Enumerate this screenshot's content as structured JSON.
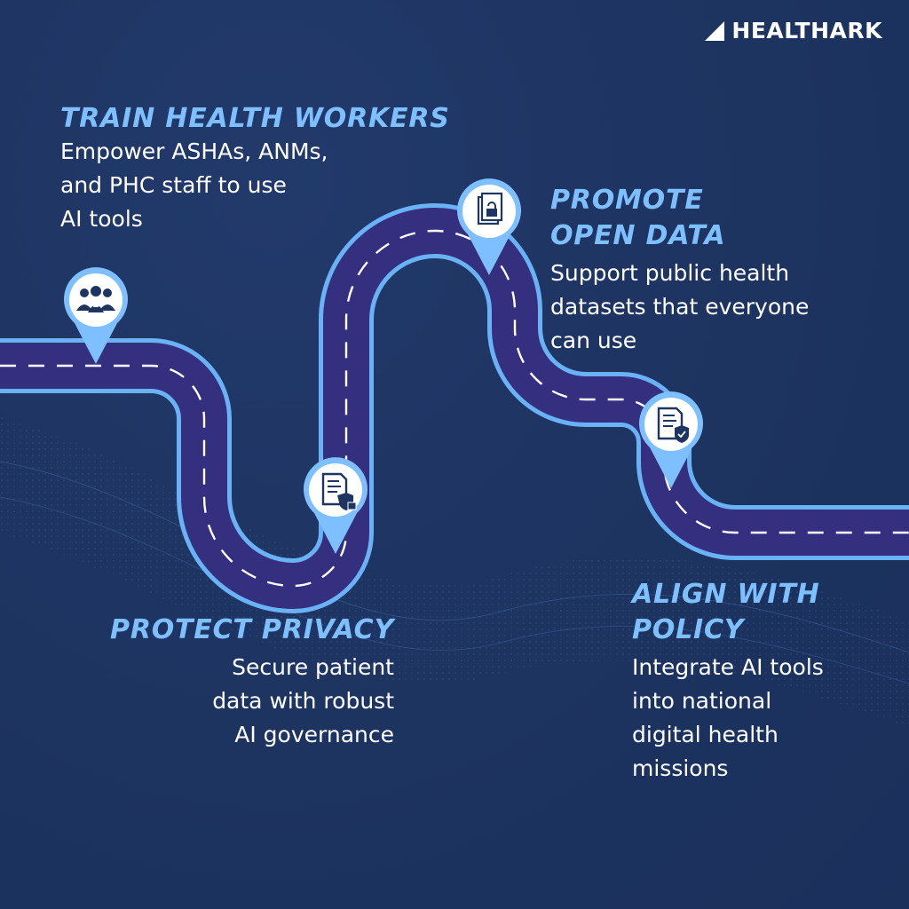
{
  "brand": {
    "name": "HEALTHARK"
  },
  "steps": [
    {
      "id": "train",
      "title": "TRAIN HEALTH WORKERS",
      "lines": [
        "Empower ASHAs, ANMs,",
        "and PHC staff to use",
        "AI tools"
      ],
      "icon": "health-workers-icon"
    },
    {
      "id": "privacy",
      "title": "PROTECT PRIVACY",
      "lines": [
        "Secure patient",
        "data with robust",
        "AI governance"
      ],
      "icon": "secure-document-lock-icon"
    },
    {
      "id": "opendata",
      "title_lines": [
        "PROMOTE",
        "OPEN DATA"
      ],
      "lines": [
        "Support public health",
        "datasets that everyone",
        "can use"
      ],
      "icon": "unlocked-document-icon"
    },
    {
      "id": "policy",
      "title_lines": [
        "ALIGN WITH",
        "POLICY"
      ],
      "lines": [
        "Integrate AI tools",
        "into national",
        "digital health",
        "missions"
      ],
      "icon": "policy-shield-document-icon"
    }
  ],
  "colors": {
    "background": "#1e3461",
    "road": "#34307f",
    "road_border": "#6ab2f6",
    "accent_text": "#7ec0ff",
    "pin": "#7ec0ff"
  }
}
